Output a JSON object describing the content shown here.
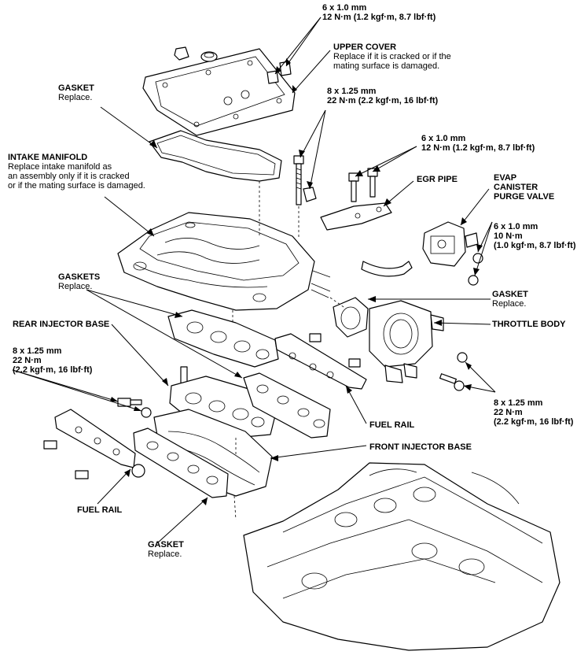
{
  "colors": {
    "ink": "#000000",
    "paper": "#ffffff"
  },
  "labels": {
    "bolt_top": {
      "b1": "6 x 1.0 mm",
      "b2": "12 N·m (1.2 kgf·m, 8.7 lbf·ft)"
    },
    "upper_cover": {
      "title": "UPPER COVER",
      "l1": "Replace if it is cracked or if the",
      "l2": "mating surface is damaged."
    },
    "gasket_top": {
      "title": "GASKET",
      "l1": "Replace."
    },
    "bolt_825": {
      "b1": "8 x 1.25 mm",
      "b2": "22 N·m (2.2 kgf·m, 16 lbf·ft)"
    },
    "bolt_egr": {
      "b1": "6 x 1.0 mm",
      "b2": "12 N·m (1.2 kgf·m, 8.7 lbf·ft)"
    },
    "intake_manifold": {
      "title": "INTAKE MANIFOLD",
      "l1": "Replace intake manifold as",
      "l2": "an assembly only if it is cracked",
      "l3": "or if the mating surface is damaged."
    },
    "egr_pipe": {
      "title": "EGR PIPE"
    },
    "evap": {
      "l1": "EVAP",
      "l2": "CANISTER",
      "l3": "PURGE VALVE"
    },
    "bolt_evap": {
      "b1": "6 x 1.0 mm",
      "b2": "10 N·m",
      "b3": "(1.0 kgf·m, 8.7 lbf·ft)"
    },
    "gaskets": {
      "title": "GASKETS",
      "l1": "Replace."
    },
    "gasket_tb": {
      "title": "GASKET",
      "l1": "Replace."
    },
    "rear_injector": {
      "title": "REAR INJECTOR BASE"
    },
    "throttle_body": {
      "title": "THROTTLE BODY"
    },
    "bolt_left": {
      "b1": "8 x 1.25 mm",
      "b2": "22 N·m",
      "b3": "(2.2 kgf·m, 16 lbf·ft)"
    },
    "bolt_right": {
      "b1": "8 x 1.25 mm",
      "b2": "22 N·m",
      "b3": "(2.2 kgf·m, 16 lbf·ft)"
    },
    "fuel_rail_r": {
      "title": "FUEL RAIL"
    },
    "front_injector": {
      "title": "FRONT INJECTOR BASE"
    },
    "fuel_rail_l": {
      "title": "FUEL RAIL"
    },
    "gasket_bottom": {
      "title": "GASKET",
      "l1": "Replace."
    }
  }
}
